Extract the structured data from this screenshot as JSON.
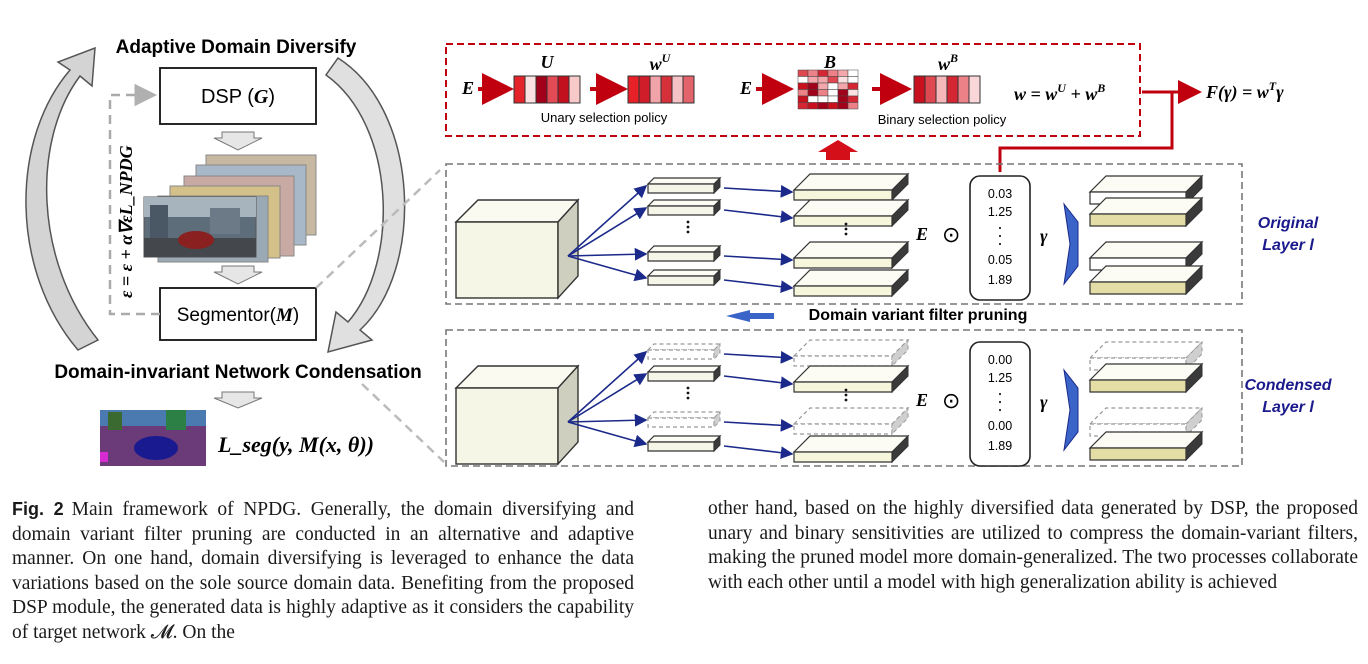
{
  "figure": {
    "adaptive_title": "Adaptive Domain Diversify",
    "dsp_label": "DSP (",
    "dsp_var": "G",
    "segmentor_label": "Segmentor(",
    "segmentor_var": "M",
    "condensation_title": "Domain-invariant Network Condensation",
    "update_rule": "ε = ε + α∇εL_NPDG",
    "loss_label": "L_seg(y, M(x, θ))",
    "policy": {
      "e_label": "E",
      "u_label": "U",
      "wu_label": "w^U",
      "unary_caption": "Unary selection policy",
      "b_label": "B",
      "wb_label": "w^B",
      "binary_caption": "Binary selection policy",
      "w_formula": "w = w^U + w^B",
      "f_formula": "F(γ) = w^T γ"
    },
    "original": {
      "label_line1": "Original",
      "label_line2": "Layer l",
      "e_symbol": "E",
      "odot": "⊙",
      "gamma": "γ",
      "values": [
        "0.03",
        "1.25",
        "0.05",
        "1.89"
      ]
    },
    "pruning_label": "Domain variant filter pruning",
    "condensed": {
      "label_line1": "Condensed",
      "label_line2": "Layer l",
      "e_symbol": "E",
      "odot": "⊙",
      "gamma": "γ",
      "values": [
        "0.00",
        "1.25",
        "0.00",
        "1.89"
      ]
    },
    "colors": {
      "policy_red": "#c0000f",
      "arrow_blue": "#1b2a8a",
      "label_blue": "#1a1a8c",
      "layer_yellow": "#e4dea6"
    }
  },
  "caption": {
    "fig_label": "Fig. 2",
    "left_text": "Main framework of NPDG. Generally, the domain diversifying and domain variant filter pruning are conducted in an alternative and adaptive manner. On one hand, domain diversifying is leveraged to enhance the data variations based on the sole source domain data. Benefiting from the proposed DSP module, the generated data is highly adaptive as it considers the capability of target network 𝓜. On the",
    "right_text": "other hand, based on the highly diversified data generated by DSP, the proposed unary and binary sensitivities are utilized to compress the domain-variant filters, making the pruned model more domain-generalized. The two processes collaborate with each other until a model with high generalization ability is achieved"
  }
}
